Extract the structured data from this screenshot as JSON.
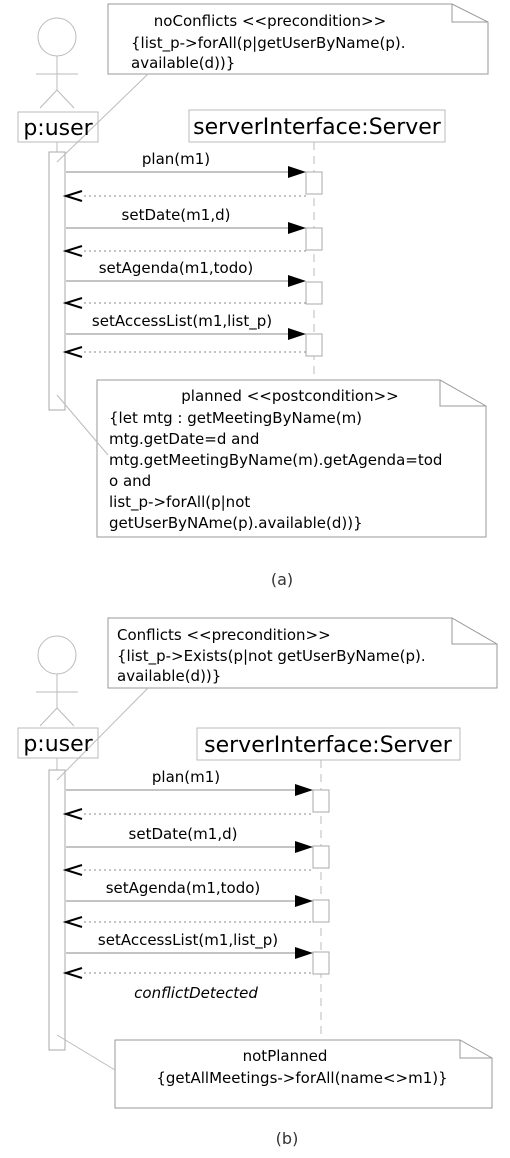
{
  "panel_a": {
    "actor": "p:user",
    "server": "serverInterface:Server",
    "pre_note": [
      "noConflicts <<precondition>>",
      "{list_p->forAll(p|getUserByName(p).",
      "available(d))}"
    ],
    "messages": [
      "plan(m1)",
      "setDate(m1,d)",
      "setAgenda(m1,todo)",
      "setAccessList(m1,list_p)"
    ],
    "post_note": [
      "planned <<postcondition>>",
      "{let mtg : getMeetingByName(m)",
      "mtg.getDate=d and",
      "mtg.getMeetingByName(m).getAgenda=tod",
      "o and",
      "list_p->forAll(p|not",
      "getUserByNAme(p).available(d))}"
    ],
    "caption": "(a)"
  },
  "panel_b": {
    "actor": "p:user",
    "server": "serverInterface:Server",
    "pre_note": [
      "Conflicts <<precondition>>",
      "{list_p->Exists(p|not getUserByName(p).",
      "available(d))}"
    ],
    "messages": [
      "plan(m1)",
      "setDate(m1,d)",
      "setAgenda(m1,todo)",
      "setAccessList(m1,list_p)"
    ],
    "reply_label": "conflictDetected",
    "post_note": [
      "notPlanned",
      "{getAllMeetings->forAll(name<>m1)}"
    ],
    "caption": "(b)"
  }
}
